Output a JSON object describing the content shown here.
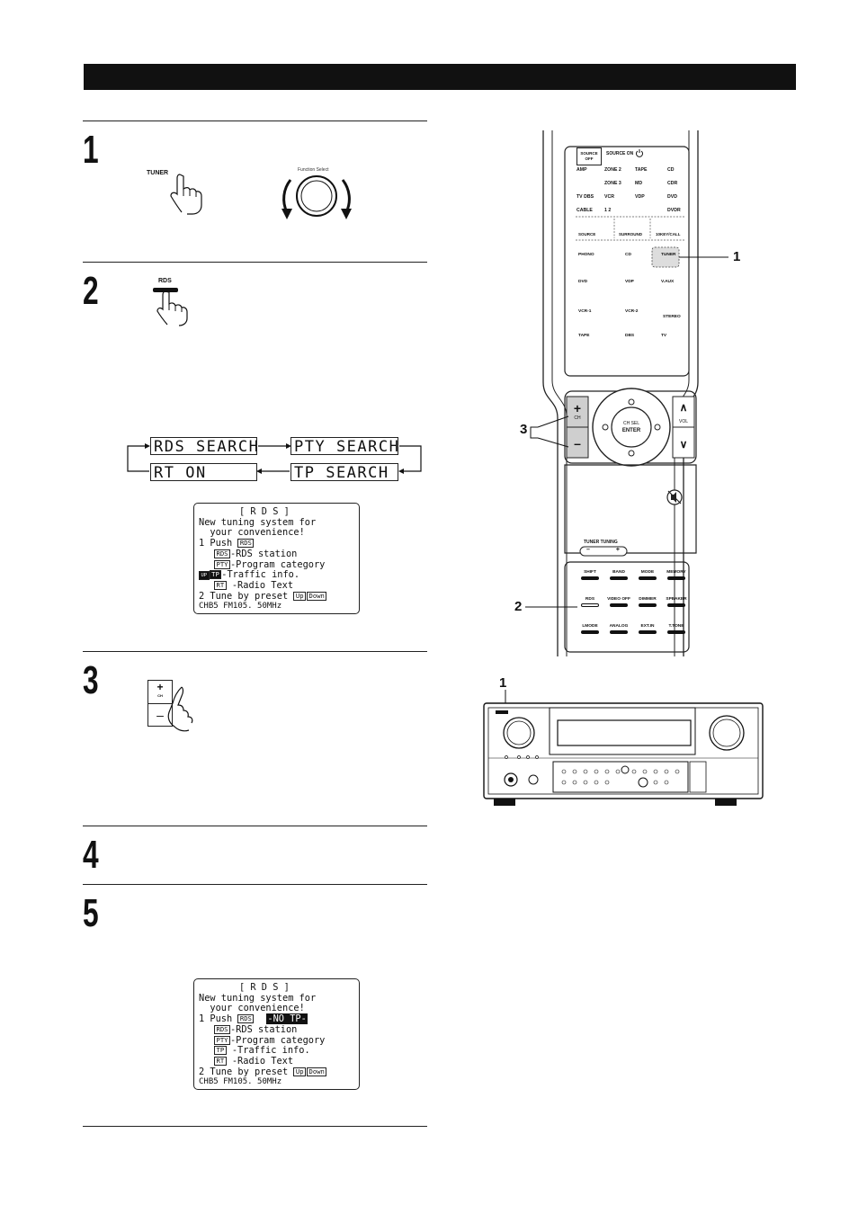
{
  "steps": [
    {
      "number": "1"
    },
    {
      "number": "2"
    },
    {
      "number": "3"
    },
    {
      "number": "4"
    },
    {
      "number": "5"
    }
  ],
  "step1": {
    "tuner_label": "TUNER",
    "knob_label": "Function Select"
  },
  "step2": {
    "rds_label": "RDS",
    "display_cycle": [
      "RDS SEARCH",
      "PTY SEARCH",
      "TP SEARCH",
      "RT ON"
    ]
  },
  "step3": {
    "plus": "+",
    "ch": "CH",
    "minus": "–"
  },
  "osd1": {
    "title": "[ R D S ]",
    "line1": "New tuning system for",
    "line2": "  your convenience!",
    "push_prefix": "1 Push ",
    "push_box": "RDS",
    "rows": [
      {
        "box": "RDS",
        "text": "-RDS station"
      },
      {
        "box": "PTY",
        "text": "-Program category"
      },
      {
        "box": "TP",
        "text": "-Traffic info.",
        "prefix_box": "UP"
      },
      {
        "box": "RT",
        "text": " -Radio Text"
      }
    ],
    "tune_line": "2 Tune by preset ",
    "up": "Up",
    "down": "Down",
    "freq": "CHB5 FM105. 50MHz"
  },
  "osd2": {
    "title": "[ R D S ]",
    "line1": "New tuning system for",
    "line2": "  your convenience!",
    "push_prefix": "1 Push ",
    "push_box": "RDS",
    "notp": "-NO TP-",
    "rows": [
      {
        "box": "RDS",
        "text": "-RDS station"
      },
      {
        "box": "PTY",
        "text": "-Program category"
      },
      {
        "box": "TP",
        "text": " -Traffic info."
      },
      {
        "box": "RT",
        "text": " -Radio Text"
      }
    ],
    "tune_line": "2 Tune by preset ",
    "up": "Up",
    "down": "Down",
    "freq": "CHB5 FM105. 50MHz"
  },
  "remote": {
    "tabs": {
      "source_off": "SOURCE OFF",
      "source_on": "SOURCE ON"
    },
    "zone_rows": [
      [
        "AMP",
        "ZONE 2",
        "TAPE",
        "CD"
      ],
      [
        "",
        "ZONE 3",
        "MD",
        "CDR"
      ],
      [
        "TV DBS",
        "VCR",
        "VDP",
        "DVD"
      ],
      [
        "CABLE",
        "1 2",
        "",
        "DVDR"
      ]
    ],
    "func_row": [
      "SOURCE",
      "SURROUND",
      "10KEY/CALL"
    ],
    "source_rows": [
      [
        "PHONO",
        "CD",
        "TUNER"
      ],
      [
        "DVD",
        "VDP",
        "V.AUX"
      ],
      [
        "VCR-1",
        "VCR-2",
        "STEREO"
      ],
      [
        "TAPE",
        "DBS",
        "TV"
      ]
    ],
    "ch_plus": "+",
    "ch_label": "CH",
    "ch_minus": "–",
    "ch_sel": "CH SEL",
    "enter": "ENTER",
    "vol_up": "∧",
    "vol_label": "VOL",
    "vol_down": "∨",
    "tuner_tuning": "TUNER TUNING",
    "tt_minus": "–",
    "tt_plus": "+",
    "bottom_rows": [
      [
        "SHIFT",
        "BAND",
        "MODE",
        "MEMORY"
      ],
      [
        "RDS",
        "VIDEO OFF",
        "DIMMER",
        "SPEAKER"
      ],
      [
        "LMODE",
        "ANALOG",
        "EXT.IN",
        "T.TONE"
      ]
    ]
  },
  "callouts": {
    "remote_tuner": "1",
    "remote_ch": "3",
    "remote_rds": "2",
    "receiver": "1"
  }
}
